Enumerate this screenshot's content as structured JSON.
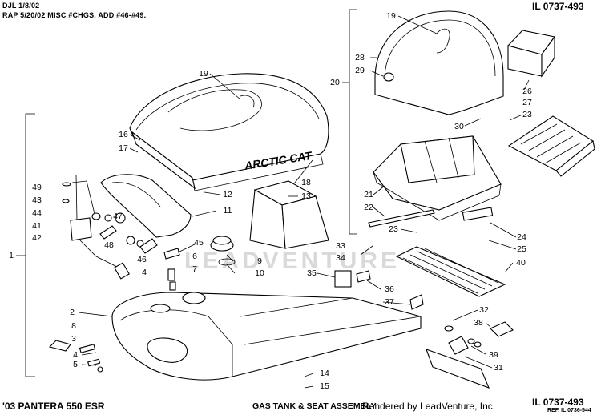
{
  "header": {
    "doc_code": "DJL 1/8/02",
    "revision_note": "RAP 5/20/02 MISC #CHGS. ADD #46-#49.",
    "illustration_id_top": "IL 0737-493"
  },
  "footer": {
    "model": "'03 PANTERA 550 ESR",
    "title": "GAS TANK & SEAT ASSEMBLY",
    "credit": "Rendered by LeadVenture, Inc.",
    "illustration_id_bottom": "IL 0737-493",
    "reference": "REF. IL 0736-544"
  },
  "watermark": "LEADVENTURE",
  "seat_logo": "ARCTIC CAT",
  "callouts": {
    "c19a": "19",
    "c19b": "19",
    "c16": "16",
    "c17": "17",
    "c12": "12",
    "c18": "18",
    "c13": "13",
    "c11": "11",
    "c49": "49",
    "c43": "43",
    "c44": "44",
    "c41": "41",
    "c42": "42",
    "c47": "47",
    "c48": "48",
    "c46": "46",
    "c45": "45",
    "c6": "6",
    "c7": "7",
    "c9": "9",
    "c10": "10",
    "c4a": "4",
    "c1": "1",
    "c2": "2",
    "c8": "8",
    "c3": "3",
    "c4b": "4",
    "c5": "5",
    "c14": "14",
    "c15": "15",
    "c20": "20",
    "c28": "28",
    "c29": "29",
    "c26": "26",
    "c27": "27",
    "c23a": "23",
    "c30": "30",
    "c21": "21",
    "c22": "22",
    "c23b": "23",
    "c24": "24",
    "c25": "25",
    "c33": "33",
    "c34": "34",
    "c35": "35",
    "c40": "40",
    "c36": "36",
    "c37": "37",
    "c32": "32",
    "c38": "38",
    "c39": "39",
    "c31": "31"
  }
}
